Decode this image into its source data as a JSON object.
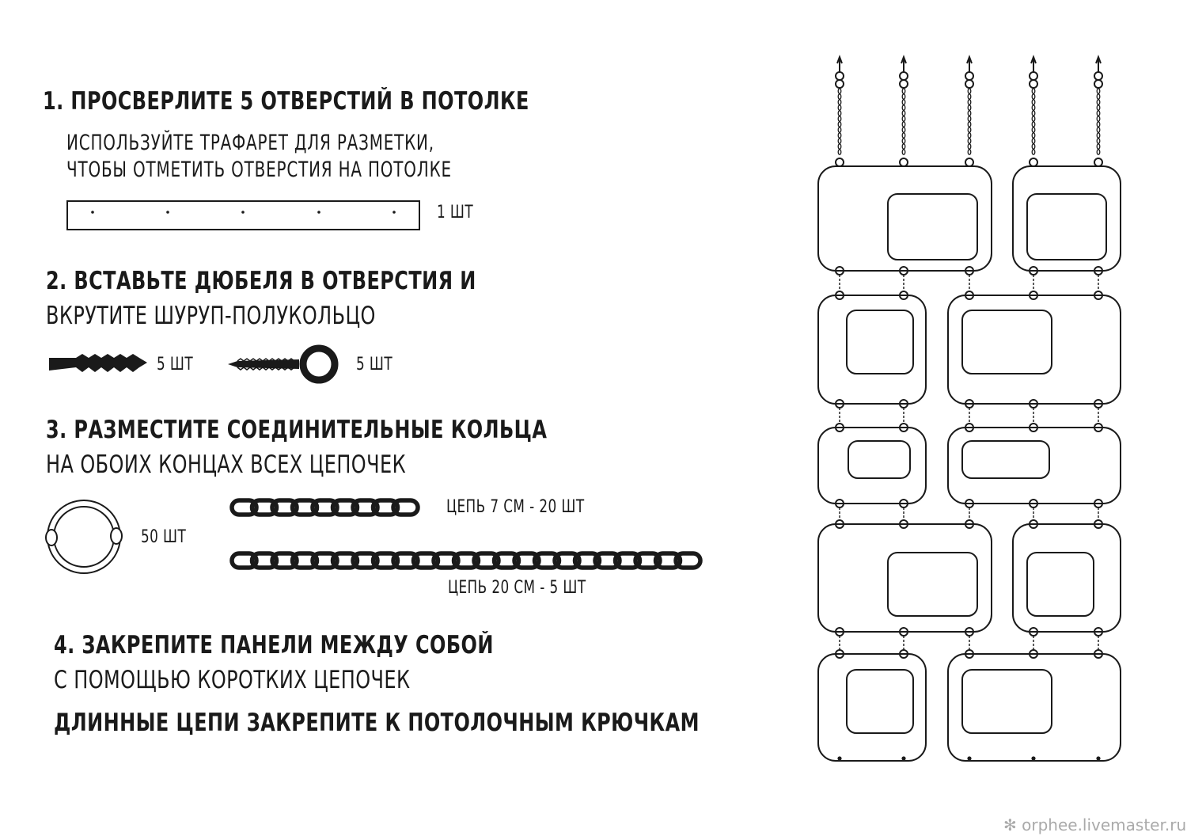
{
  "step1": {
    "title": "1. ПРОСВЕРЛИТЕ 5 ОТВЕРСТИЙ В ПОТОЛКЕ",
    "desc_line1": "ИСПОЛЬЗУЙТЕ ТРАФАРЕТ ДЛЯ РАЗМЕТКИ,",
    "desc_line2": "ЧТОБЫ ОТМЕТИТЬ ОТВЕРСТИЯ НА ПОТОЛКЕ",
    "stencil_qty": "1 ШТ"
  },
  "step2": {
    "title_line1": "2. ВСТАВЬТЕ ДЮБЕЛЯ В ОТВЕРСТИЯ И",
    "title_line2": "ВКРУТИТЕ ШУРУП-ПОЛУКОЛЬЦО",
    "dowel_qty": "5 ШТ",
    "screw_qty": "5 ШТ"
  },
  "step3": {
    "title_line1": "3. РАЗМЕСТИТЕ СОЕДИНИТЕЛЬНЫЕ КОЛЬЦА",
    "title_line2": "НА ОБОИХ КОНЦАХ ВСЕХ ЦЕПОЧЕК",
    "ring_qty": "50 ШТ",
    "short_chain": "ЦЕПЬ 7 СМ - 20 ШТ",
    "long_chain": "ЦЕПЬ 20 СМ - 5 ШТ"
  },
  "step4": {
    "title_line1": "4. ЗАКРЕПИТЕ ПАНЕЛИ МЕЖДУ СОБОЙ",
    "title_line2": "С ПОМОЩЬЮ КОРОТКИХ ЦЕПОЧЕК",
    "title_line3": "ДЛИННЫЕ ЦЕПИ ЗАКРЕПИТЕ К ПОТОЛОЧНЫМ КРЮЧКАМ"
  },
  "watermark": "orphee.livemaster.ru",
  "icons": [
    "stencil-icon",
    "dowel-icon",
    "eye-screw-icon",
    "split-ring-icon",
    "short-chain-icon",
    "long-chain-icon",
    "panel-assembly-diagram",
    "snowflake-icon"
  ]
}
